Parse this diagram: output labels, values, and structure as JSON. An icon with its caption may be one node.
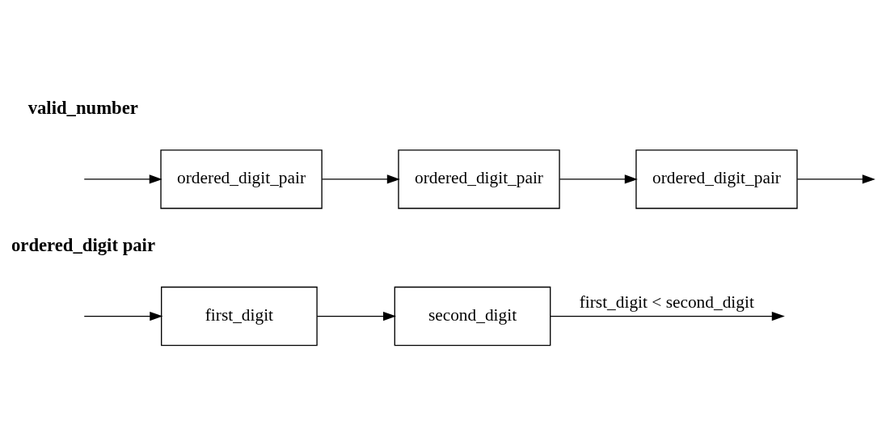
{
  "diagram": {
    "nodes": [
      {
        "text": [
          "ordered_digit_pair"
        ]
      },
      {
        "text": [
          "ordered_digit_pair"
        ]
      },
      {
        "text": [
          "ordered_digit_pair"
        ]
      },
      {
        "text": [
          "first_digit"
        ]
      },
      {
        "text": [
          "second_digit"
        ]
      }
    ],
    "edges": [
      {
        "from": null,
        "to": 0,
        "arrow": "to"
      },
      {
        "from": 0,
        "to": 1,
        "arrow": "to"
      },
      {
        "from": 1,
        "to": 2,
        "arrow": "to"
      },
      {
        "from": 2,
        "to": null,
        "arrow": "to"
      },
      {
        "from": null,
        "to": 3,
        "arrow": "to"
      },
      {
        "from": 3,
        "to": 4,
        "arrow": "to"
      },
      {
        "from": 4,
        "to": null,
        "arrow": "to",
        "label": "first_digit < second_digit"
      }
    ],
    "labels": [
      "valid_number",
      "ordered_digit pair"
    ]
  }
}
